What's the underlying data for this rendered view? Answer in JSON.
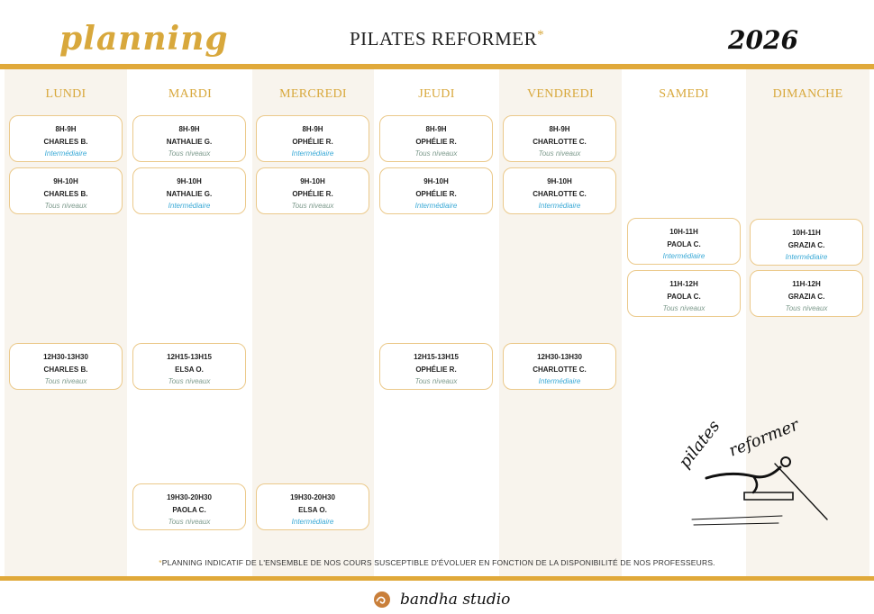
{
  "header": {
    "script_title": "planning",
    "title": "PILATES REFORMER",
    "title_mark": "*",
    "year": "2026"
  },
  "days": [
    "LUNDI",
    "MARDI",
    "MERCREDI",
    "JEUDI",
    "VENDREDI",
    "SAMEDI",
    "DIMANCHE"
  ],
  "classes": [
    {
      "time": "8H-9H",
      "coach": "CHARLES B.",
      "level": "Intermédiaire"
    },
    {
      "time": "9H-10H",
      "coach": "CHARLES B.",
      "level": "Tous niveaux"
    },
    {
      "time": "12H30-13H30",
      "coach": "CHARLES B.",
      "level": "Tous niveaux"
    },
    {
      "time": "8H-9H",
      "coach": "NATHALIE G.",
      "level": "Tous niveaux"
    },
    {
      "time": "9H-10H",
      "coach": "NATHALIE G.",
      "level": "Intermédiaire"
    },
    {
      "time": "12H15-13H15",
      "coach": "ELSA O.",
      "level": "Tous niveaux"
    },
    {
      "time": "19H30-20H30",
      "coach": "PAOLA C.",
      "level": "Tous niveaux"
    },
    {
      "time": "8H-9H",
      "coach": "OPHÉLIE R.",
      "level": "Intermédiaire"
    },
    {
      "time": "9H-10H",
      "coach": "OPHÉLIE R.",
      "level": "Tous niveaux"
    },
    {
      "time": "19H30-20H30",
      "coach": "ELSA O.",
      "level": "Intermédiaire"
    },
    {
      "time": "8H-9H",
      "coach": "OPHÉLIE R.",
      "level": "Tous niveaux"
    },
    {
      "time": "9H-10H",
      "coach": "OPHÉLIE R.",
      "level": "Intermédiaire"
    },
    {
      "time": "12H15-13H15",
      "coach": "OPHÉLIE R.",
      "level": "Tous niveaux"
    },
    {
      "time": "8H-9H",
      "coach": "CHARLOTTE C.",
      "level": "Tous niveaux"
    },
    {
      "time": "9H-10H",
      "coach": "CHARLOTTE C.",
      "level": "Intermédiaire"
    },
    {
      "time": "12H30-13H30",
      "coach": "CHARLOTTE C.",
      "level": "Intermédiaire"
    },
    {
      "time": "10H-11H",
      "coach": "PAOLA C.",
      "level": "Intermédiaire"
    },
    {
      "time": "11H-12H",
      "coach": "PAOLA C.",
      "level": "Tous niveaux"
    },
    {
      "time": "10H-11H",
      "coach": "GRAZIA C.",
      "level": "Intermédiaire"
    },
    {
      "time": "11H-12H",
      "coach": "GRAZIA C.",
      "level": "Tous niveaux"
    }
  ],
  "footnote": {
    "mark": "*",
    "text": "PLANNING INDICATIF DE L'ENSEMBLE DE NOS COURS SUSCEPTIBLE D'ÉVOLUER EN FONCTION DE LA DISPONIBILITÉ DE NOS PROFESSEURS."
  },
  "illustration": {
    "word1": "pilates",
    "word2": "reformer"
  },
  "brand": {
    "name": "bandha studio",
    "icon": "wave-logo-icon"
  },
  "colors": {
    "accent": "#e0a93a",
    "level_intermediaire": "#3aa9d6",
    "level_tous": "#7d9a8c",
    "column_shade": "#f8f4ed"
  }
}
